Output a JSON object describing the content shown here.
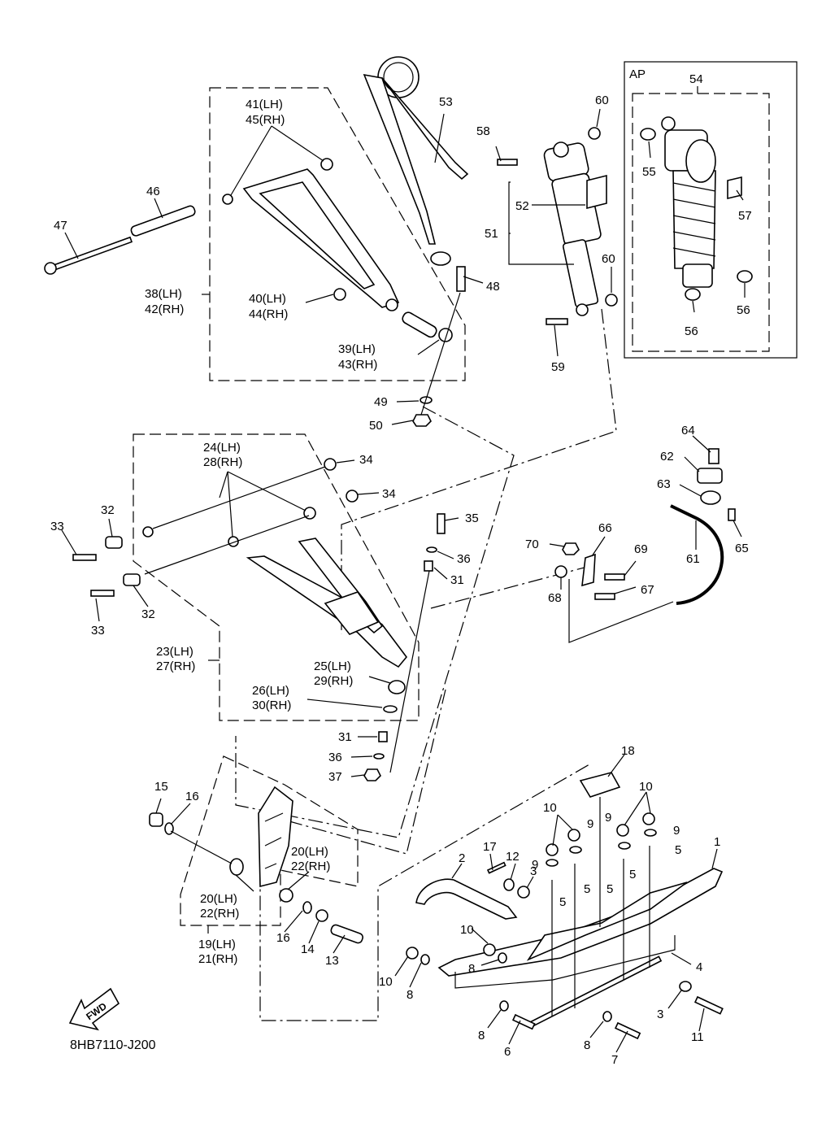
{
  "diagram": {
    "code": "8HB7110-J200",
    "ap_box_label": "AP",
    "fwd_label": "FWD",
    "callouts": {
      "c1": "1",
      "c2": "2",
      "c3a": "3",
      "c3b": "3",
      "c4": "4",
      "c5a": "5",
      "c5b": "5",
      "c5c": "5",
      "c5d": "5",
      "c5e": "5",
      "c6": "6",
      "c7": "7",
      "c8a": "8",
      "c8b": "8",
      "c8c": "8",
      "c8d": "8",
      "c9a": "9",
      "c9b": "9",
      "c9c": "9",
      "c9d": "9",
      "c10a": "10",
      "c10b": "10",
      "c10c": "10",
      "c10d": "10",
      "c11": "11",
      "c12": "12",
      "c13": "13",
      "c14": "14",
      "c15": "15",
      "c16a": "16",
      "c16b": "16",
      "c17": "17",
      "c18": "18",
      "c19": "19(LH)",
      "c21": "21(RH)",
      "c20a": "20(LH)",
      "c22a": "22(RH)",
      "c20b": "20(LH)",
      "c22b": "22(RH)",
      "c23": "23(LH)",
      "c27": "27(RH)",
      "c24": "24(LH)",
      "c28": "28(RH)",
      "c25": "25(LH)",
      "c29": "29(RH)",
      "c26": "26(LH)",
      "c30": "30(RH)",
      "c31a": "31",
      "c31b": "31",
      "c32a": "32",
      "c32b": "32",
      "c33a": "33",
      "c33b": "33",
      "c34a": "34",
      "c34b": "34",
      "c35": "35",
      "c36a": "36",
      "c36b": "36",
      "c37": "37",
      "c38": "38(LH)",
      "c42": "42(RH)",
      "c39": "39(LH)",
      "c43": "43(RH)",
      "c40": "40(LH)",
      "c44": "44(RH)",
      "c41": "41(LH)",
      "c45": "45(RH)",
      "c46": "46",
      "c47": "47",
      "c48": "48",
      "c49": "49",
      "c50": "50",
      "c51": "51",
      "c52": "52",
      "c53": "53",
      "c54": "54",
      "c55": "55",
      "c56a": "56",
      "c56b": "56",
      "c57": "57",
      "c58": "58",
      "c59": "59",
      "c60a": "60",
      "c60b": "60",
      "c61": "61",
      "c62": "62",
      "c63": "63",
      "c64": "64",
      "c65": "65",
      "c66": "66",
      "c67": "67",
      "c68": "68",
      "c69": "69",
      "c70": "70"
    }
  }
}
